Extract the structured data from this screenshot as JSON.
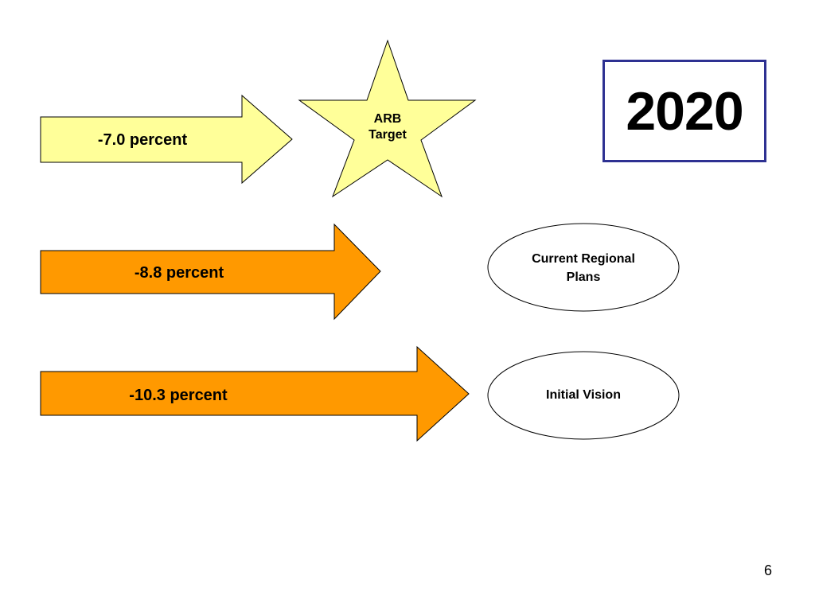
{
  "slide": {
    "year": "2020",
    "page_number": "6",
    "arrows": [
      {
        "label": "-7.0 percent",
        "fill": "#ffff99"
      },
      {
        "label": "-8.8 percent",
        "fill": "#ff9900"
      },
      {
        "label": "-10.3 percent",
        "fill": "#ff9900"
      }
    ],
    "targets": [
      {
        "shape": "star",
        "label_line1": "ARB",
        "label_line2": "Target",
        "fill": "#ffff99"
      },
      {
        "shape": "ellipse",
        "label_line1": "Current Regional",
        "label_line2": "Plans",
        "fill": "#ffffff"
      },
      {
        "shape": "ellipse",
        "label_line1": "Initial Vision",
        "label_line2": "",
        "fill": "#ffffff"
      }
    ],
    "year_box_border": "#2e3192"
  }
}
